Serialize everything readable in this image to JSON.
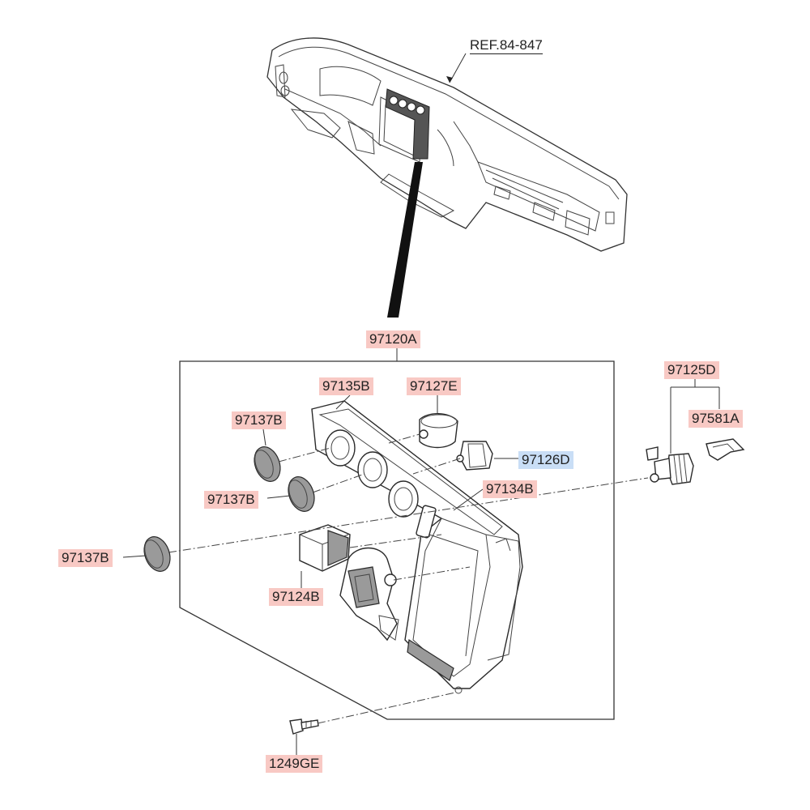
{
  "reference": {
    "text": "REF.84-847"
  },
  "callouts": {
    "p97120A": "97120A",
    "p97135B": "97135B",
    "p97127E": "97127E",
    "p97125D": "97125D",
    "p97137B_top": "97137B",
    "p97126D": "97126D",
    "p97581A": "97581A",
    "p97137B_mid": "97137B",
    "p97134B": "97134B",
    "p97137B_low": "97137B",
    "p97124B": "97124B",
    "p1249GE": "1249GE"
  },
  "colors": {
    "callout_bg": "#f8c9c4",
    "highlight_bg": "#c9def6"
  },
  "highlighted": "97126D"
}
